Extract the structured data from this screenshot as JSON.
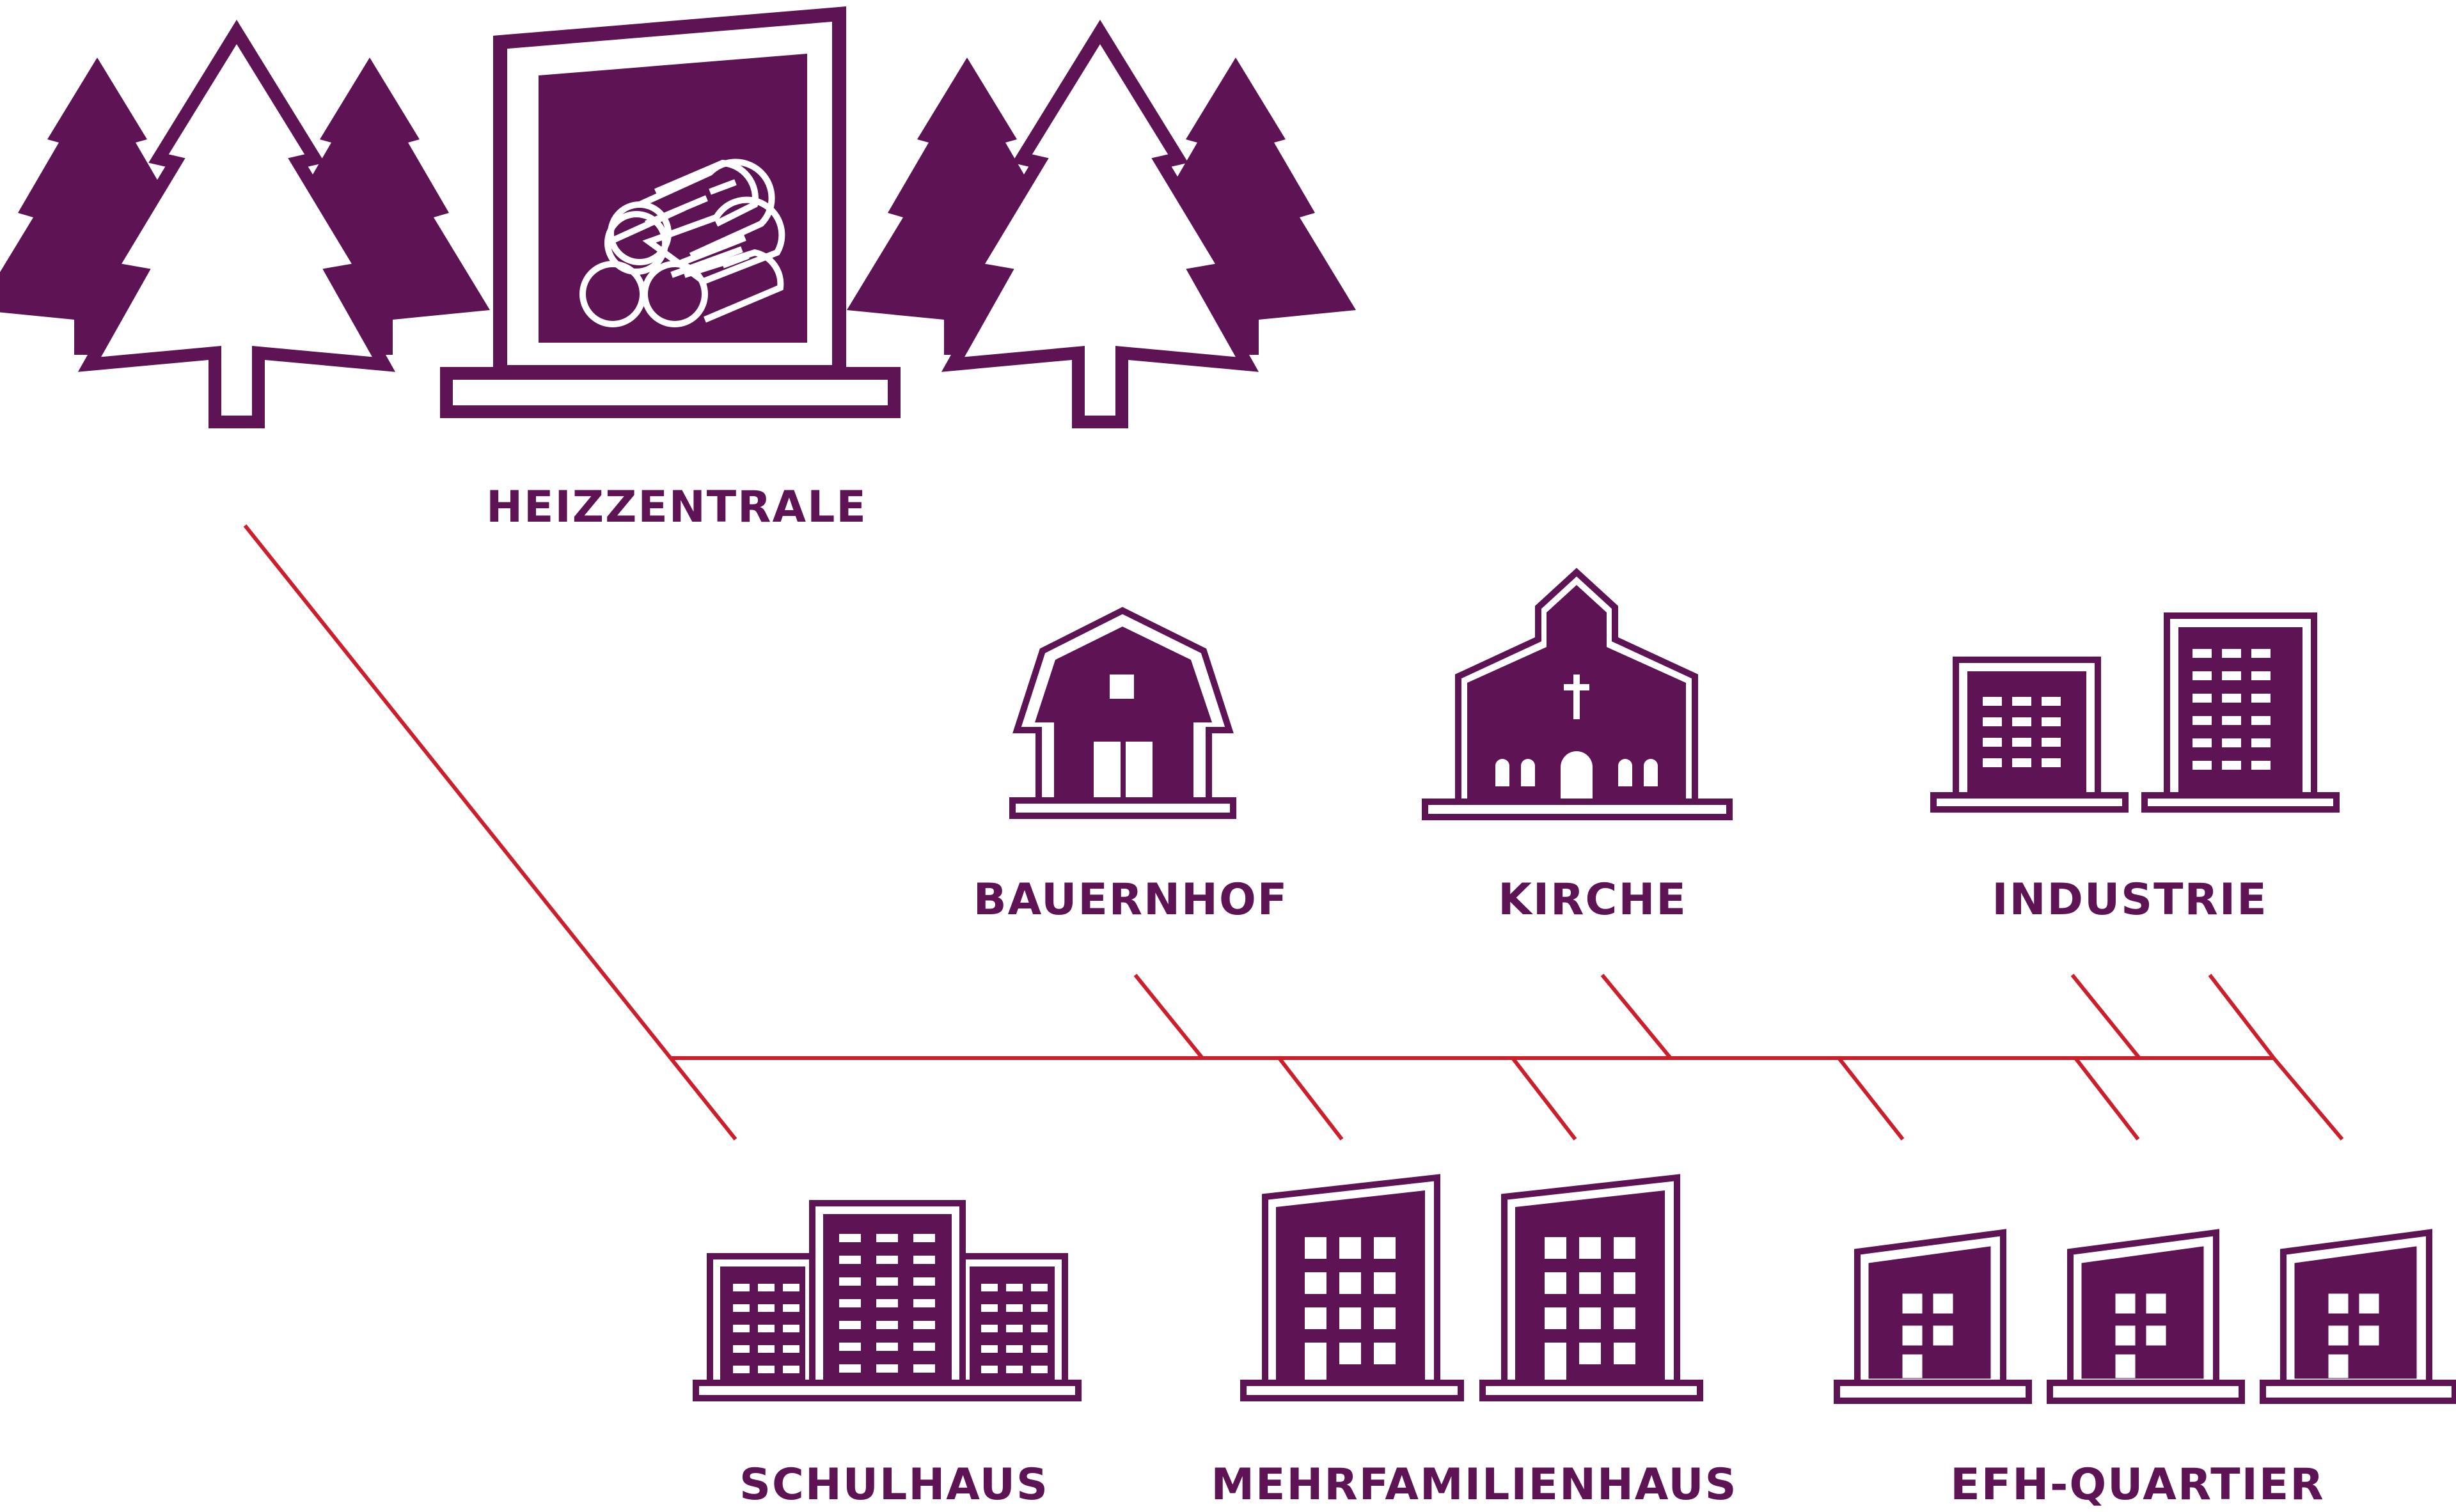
{
  "colors": {
    "icon": "#5e1355",
    "network": "#cc1f2b",
    "background": "#ffffff"
  },
  "labels": {
    "heating_center": "HEIZZENTRALE",
    "farm": "BAUERNHOF",
    "church": "KIRCHE",
    "industry": "INDUSTRIE",
    "school": "SCHULHAUS",
    "apartment": "MEHRFAMILIENHAUS",
    "single_family": "EFH-QUARTIER"
  },
  "icons": {
    "forest": "pine-tree-icon",
    "heating_center": "wood-log-plant-icon",
    "farm": "barn-icon",
    "church": "church-icon",
    "industry": "industrial-building-icon",
    "school": "school-building-icon",
    "apartment": "apartment-building-icon",
    "single_family": "house-icon"
  }
}
